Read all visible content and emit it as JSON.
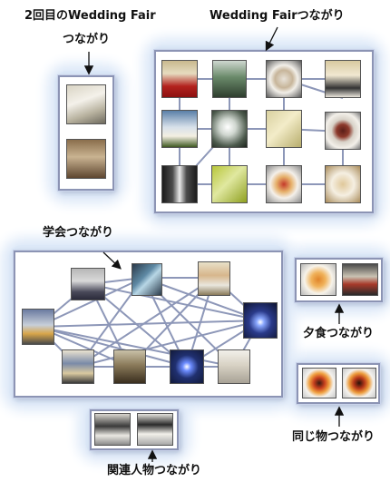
{
  "labels": {
    "second_fair_line1": "2回目のWedding Fair",
    "second_fair_line2": "つながり",
    "wedding_fair": "Wedding Fairつながり",
    "academic": "学会つながり",
    "dinner": "夕食つながり",
    "same_object": "同じ物つながり",
    "related_person": "関連人物つながり"
  },
  "colors": {
    "edge": "#8d97b8",
    "panel_border": "#8c94b4",
    "glow": "#dde9f8",
    "arrow": "#111111"
  }
}
